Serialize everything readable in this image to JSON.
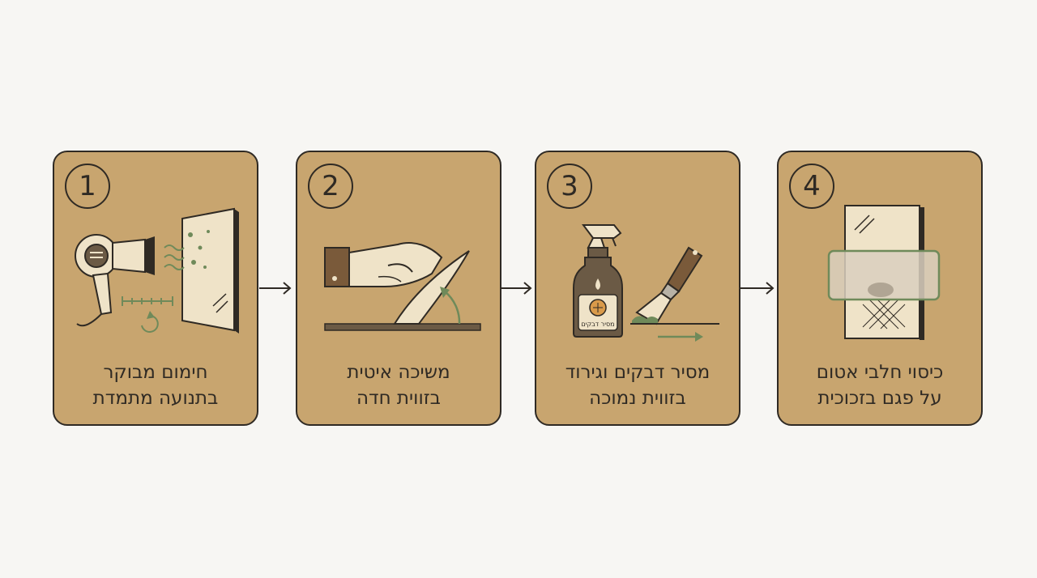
{
  "steps": [
    {
      "number": "1",
      "line1": "חימום מבוקר",
      "line2": "בתנועה מתמדת"
    },
    {
      "number": "2",
      "line1": "משיכה איטית",
      "line2": "בזווית חדה"
    },
    {
      "number": "3",
      "line1": "מסיר דבקים וגירוד",
      "line2": "בזווית נמוכה",
      "bottle_label": "מסיר דבקים"
    },
    {
      "number": "4",
      "line1": "כיסוי חלבי אטום",
      "line2": "על פגם בזכוכית"
    }
  ],
  "colors": {
    "card": "#c8a56f",
    "outline": "#2f2a24",
    "accent": "#6f8a5a",
    "cream": "#efe3c8"
  }
}
